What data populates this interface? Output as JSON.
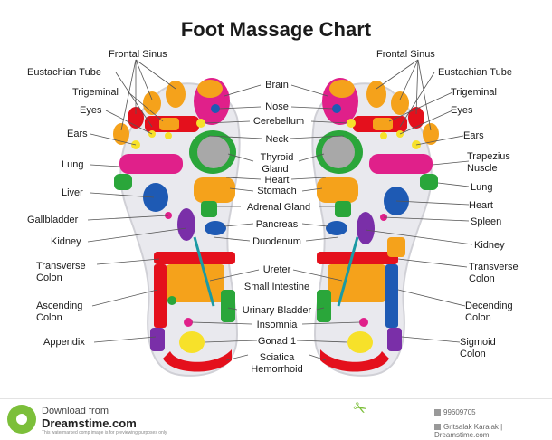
{
  "title": "Foot Massage Chart",
  "labels_left": {
    "frontal_sinus": "Frontal Sinus",
    "eustachian_tube": "Eustachian Tube",
    "trigeminal": "Trigeminal",
    "eyes": "Eyes",
    "ears": "Ears",
    "lung": "Lung",
    "liver": "Liver",
    "gallbladder": "Gallbladder",
    "kidney": "Kidney",
    "transverse_colon_1": "Transverse",
    "transverse_colon_2": "Colon",
    "ascending_colon_1": "Ascending",
    "ascending_colon_2": "Colon",
    "appendix": "Appendix"
  },
  "labels_center": {
    "brain": "Brain",
    "nose": "Nose",
    "cerebellum": "Cerebellum",
    "neck": "Neck",
    "thyroid_1": "Thyroid",
    "thyroid_2": "Gland",
    "heart": "Heart",
    "stomach": "Stomach",
    "adrenal": "Adrenal Gland",
    "pancreas": "Pancreas",
    "duodenum": "Duodenum",
    "ureter": "Ureter",
    "small_intestine": "Small Intestine",
    "urinary_bladder": "Urinary Bladder",
    "insomnia": "Insomnia",
    "gonad": "Gonad 1",
    "sciatica": "Sciatica",
    "hemorrhoid": "Hemorrhoid"
  },
  "labels_right": {
    "frontal_sinus": "Frontal Sinus",
    "eustachian_tube": "Eustachian Tube",
    "trigeminal": "Trigeminal",
    "eyes": "Eyes",
    "ears": "Ears",
    "trapezius_1": "Trapezius",
    "trapezius_2": "Nuscle",
    "lung": "Lung",
    "heart": "Heart",
    "spleen": "Spleen",
    "kidney": "Kidney",
    "transverse_colon_1": "Transverse",
    "transverse_colon_2": "Colon",
    "decending_colon_1": "Decending",
    "decending_colon_2": "Colon",
    "sigmoid_colon_1": "Sigmoid",
    "sigmoid_colon_2": "Colon"
  },
  "footer": {
    "download_from": "Download from",
    "brand": "Dreamstime.com",
    "notice": "This watermarked comp image is for previewing purposes only.",
    "image_id": "99609705",
    "credit": "Gritsalak Karalak | Dreamstime.com"
  },
  "colors": {
    "sole": "#e9e9ee",
    "outline": "#d0d0d6",
    "red": "#e4101c",
    "orange": "#f5a21b",
    "yellow": "#f7e12a",
    "green": "#2aa63a",
    "blue": "#1e5ab4",
    "purple": "#7a2fa8",
    "magenta": "#e0208a",
    "teal": "#1a9aa4",
    "grey": "#a8a8a8",
    "brown": "#c45a1c"
  }
}
